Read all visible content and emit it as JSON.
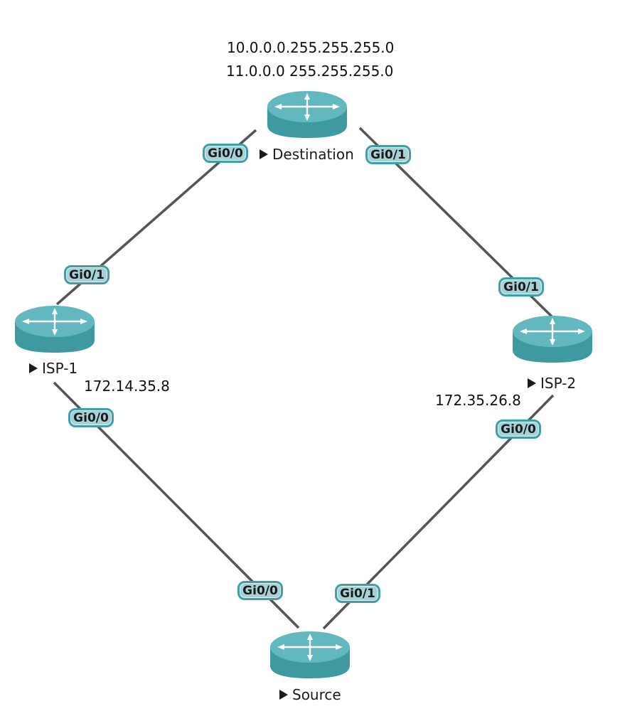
{
  "routes": {
    "line1": "10.0.0.0.255.255.255.0",
    "line2": "11.0.0.0 255.255.255.0"
  },
  "nodes": {
    "destination": {
      "label": "Destination"
    },
    "isp1": {
      "label": "ISP-1",
      "address": "172.14.35.8"
    },
    "isp2": {
      "label": "ISP-2",
      "address": "172.35.26.8"
    },
    "source": {
      "label": "Source"
    }
  },
  "ports": {
    "dest_gi00": "Gi0/0",
    "dest_gi01": "Gi0/1",
    "isp1_gi01": "Gi0/1",
    "isp1_gi00": "Gi0/0",
    "isp2_gi01": "Gi0/1",
    "isp2_gi00": "Gi0/0",
    "source_gi00": "Gi0/0",
    "source_gi01": "Gi0/1"
  },
  "colors": {
    "router_body": "#4aa6ae",
    "router_top": "#63b8bf",
    "link": "#555555",
    "port_fill": "#a7d1d6",
    "port_border": "#3f9ea6"
  }
}
